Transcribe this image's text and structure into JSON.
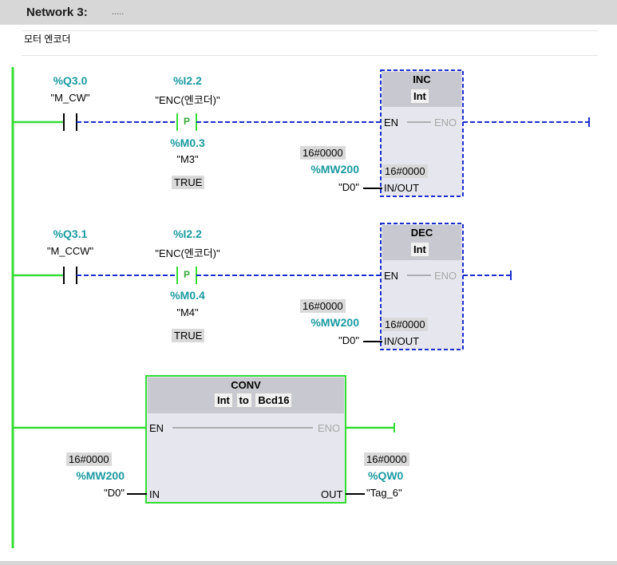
{
  "network": {
    "title": "Network 3:",
    "dots": ".....",
    "comment": "모터 엔코더"
  },
  "rung1": {
    "contact": {
      "address": "%Q3.0",
      "symbol": "\"M_CW\""
    },
    "pcontact": {
      "address": "%I2.2",
      "symbol": "\"ENC(엔코더)\"",
      "flag_address": "%M0.3",
      "flag_symbol": "\"M3\"",
      "flag_value": "TRUE",
      "p_label": "P"
    },
    "box": {
      "name": "INC",
      "type": "Int",
      "en": "EN",
      "eno": "ENO",
      "inout": "IN/OUT",
      "inout_value": "16#0000"
    },
    "operand": {
      "value": "16#0000",
      "address": "%MW200",
      "symbol": "\"D0\""
    }
  },
  "rung2": {
    "contact": {
      "address": "%Q3.1",
      "symbol": "\"M_CCW\""
    },
    "pcontact": {
      "address": "%I2.2",
      "symbol": "\"ENC(엔코더)\"",
      "flag_address": "%M0.4",
      "flag_symbol": "\"M4\"",
      "flag_value": "TRUE",
      "p_label": "P"
    },
    "box": {
      "name": "DEC",
      "type": "Int",
      "en": "EN",
      "eno": "ENO",
      "inout": "IN/OUT",
      "inout_value": "16#0000"
    },
    "operand": {
      "value": "16#0000",
      "address": "%MW200",
      "symbol": "\"D0\""
    }
  },
  "rung3": {
    "box": {
      "name": "CONV",
      "from_type": "Int",
      "to": "to",
      "to_type": "Bcd16",
      "en": "EN",
      "eno": "ENO",
      "in": "IN",
      "out": "OUT"
    },
    "in_operand": {
      "value": "16#0000",
      "address": "%MW200",
      "symbol": "\"D0\""
    },
    "out_operand": {
      "value": "16#0000",
      "address": "%QW0",
      "symbol": "\"Tag_6\""
    }
  },
  "colors": {
    "power_flow": "#33dd33",
    "no_flow": "#1a2ecc",
    "address": "#1a9aa0",
    "box_fill": "#e6e6ee",
    "box_header": "#c8c8d0"
  }
}
